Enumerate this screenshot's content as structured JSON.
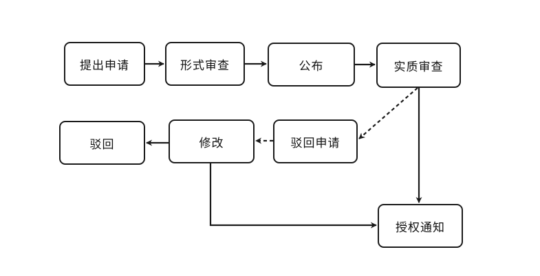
{
  "nodes": {
    "submit": "提出申请",
    "formal": "形式审查",
    "publish": "公布",
    "substantive": "实质审查",
    "reject_request": "驳回申请",
    "modify": "修改",
    "reject": "驳回",
    "grant": "授权通知"
  },
  "colors": {
    "line": "#1a1a1a",
    "box_border": "#1a1a1a",
    "background": "#ffffff"
  }
}
